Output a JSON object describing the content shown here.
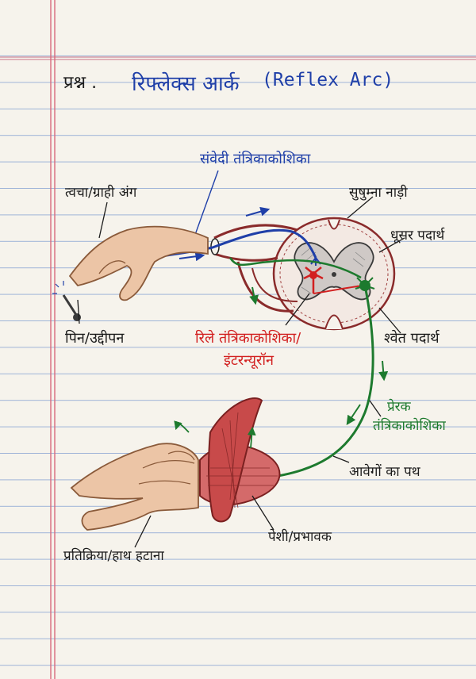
{
  "title": {
    "prefix": "प्रश्न .",
    "hindi": "रिफ्लेक्स आर्क",
    "english": "(Reflex Arc)"
  },
  "labels": {
    "sensory_neuron": "संवेदी तंत्रिकाकोशिका",
    "skin_receptor": "त्वचा/ग्राही अंग",
    "spinal_cord": "सुषुम्ना नाड़ी",
    "grey_matter": "धूसर पदार्थ",
    "pin_stimulus": "पिन/उद्दीपन",
    "relay_neuron_line1": "रिले तंत्रिकाकोशिका/",
    "relay_neuron_line2": "इंटरन्यूरॉन",
    "white_matter": "श्वेत पदार्थ",
    "motor_neuron_line1": "प्रेरक",
    "motor_neuron_line2": "तंत्रिकाकोशिका",
    "impulse_path": "आवेगों का पथ",
    "muscle_effector": "पेशी/प्रभावक",
    "response": "प्रतिक्रिया/हाथ हटाना"
  },
  "colors": {
    "sensory": "#1f3fa8",
    "motor": "#1d7a2e",
    "relay": "#d22020",
    "ink": "#1c1c1c",
    "muscle": "#c84a4a",
    "skin": "#e8b48c"
  }
}
